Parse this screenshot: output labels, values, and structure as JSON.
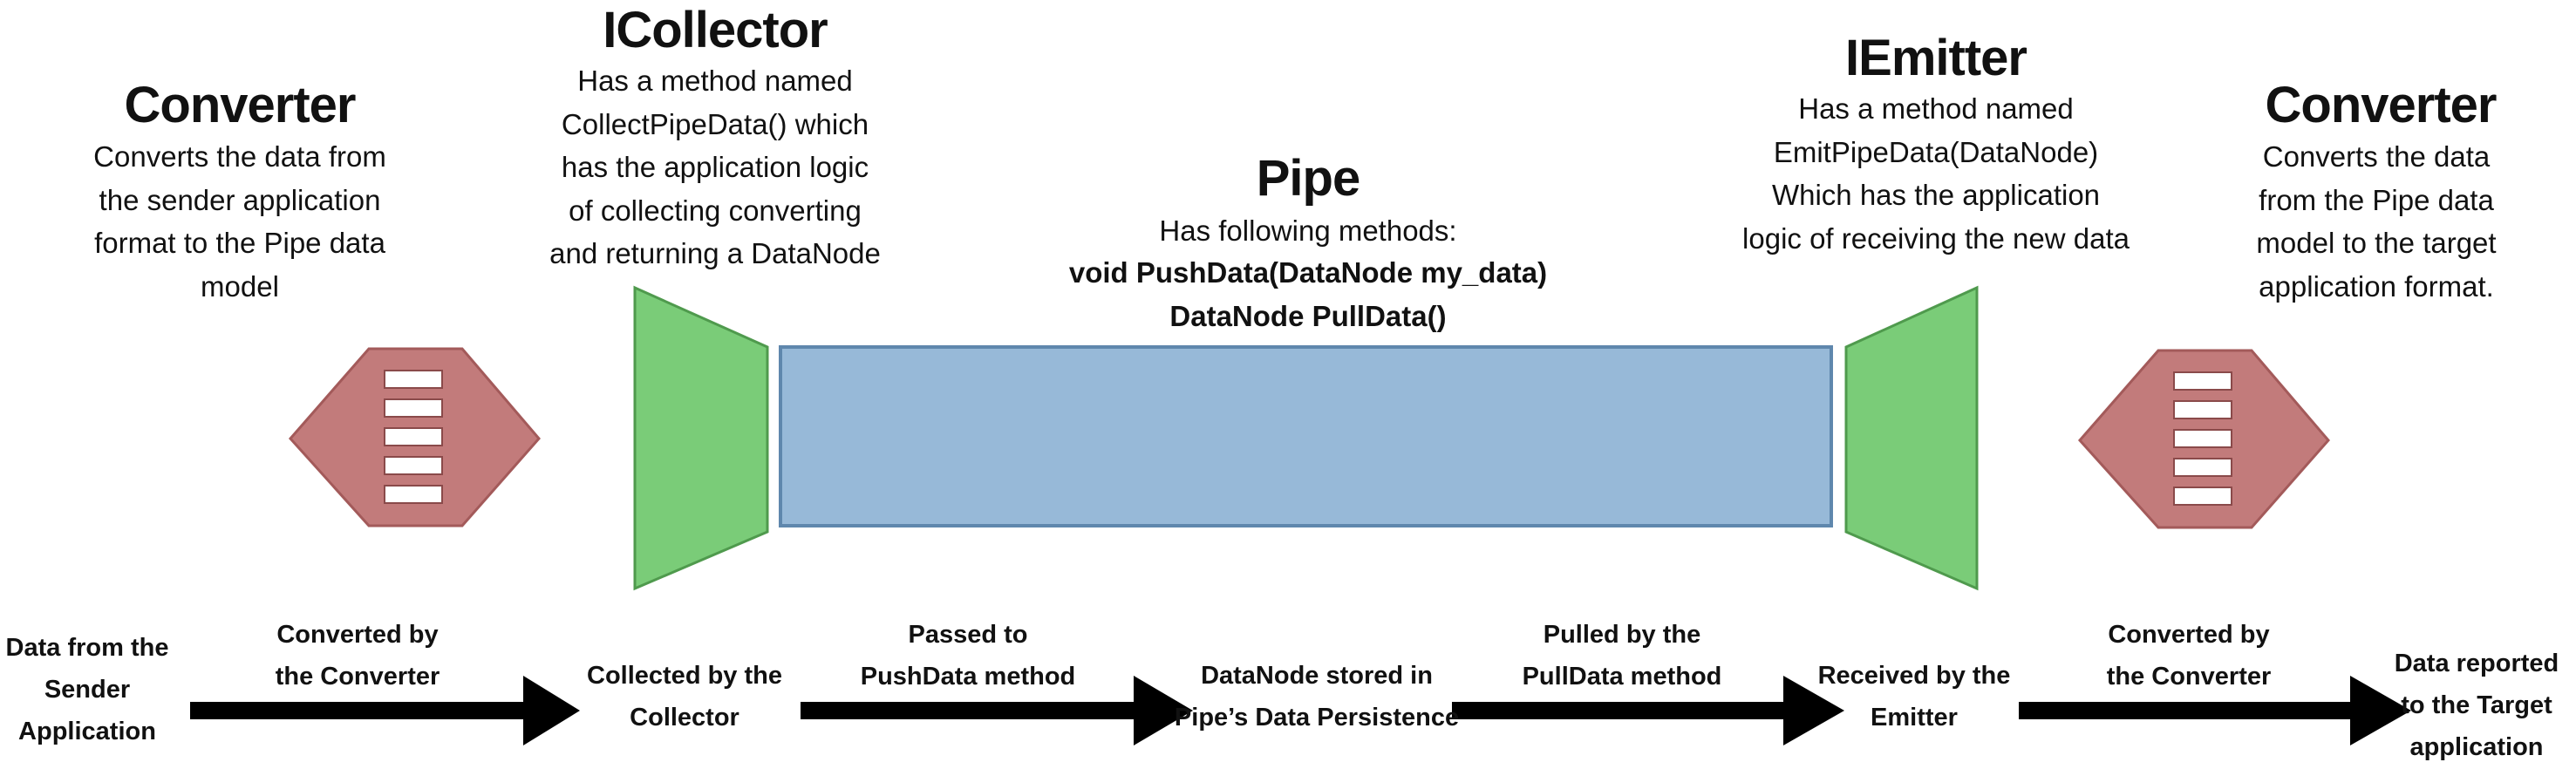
{
  "converter_left": {
    "title": "Converter",
    "lines": [
      "Converts the data from",
      "the sender application",
      "format to the Pipe data",
      "model"
    ]
  },
  "collector": {
    "title": "ICollector",
    "lines": [
      "Has a method named",
      "CollectPipeData() which",
      "has the application logic",
      "of collecting converting",
      "and returning a DataNode"
    ]
  },
  "pipe": {
    "title": "Pipe",
    "subtitle": "Has following methods:",
    "methods": [
      "void PushData(DataNode my_data)",
      "DataNode PullData()"
    ]
  },
  "emitter": {
    "title": "IEmitter",
    "lines": [
      "Has a method named",
      "EmitPipeData(DataNode)",
      "Which has the application",
      "logic of receiving the new data"
    ]
  },
  "converter_right": {
    "title": "Converter",
    "lines": [
      "Converts the data",
      "from the Pipe data",
      "model to the target",
      "application format."
    ]
  },
  "flow": {
    "stages": [
      [
        "Data from the",
        "Sender",
        "Application"
      ],
      [
        "Collected by the",
        "Collector"
      ],
      [
        "DataNode stored in",
        "Pipe’s Data Persistence"
      ],
      [
        "Received by the",
        "Emitter"
      ],
      [
        "Data reported",
        "to the Target",
        "application"
      ]
    ],
    "arrows": [
      [
        "Converted by",
        "the Converter"
      ],
      [
        "Passed to",
        "PushData method"
      ],
      [
        "Pulled by the",
        "PullData method"
      ],
      [
        "Converted by",
        "the Converter"
      ]
    ]
  },
  "colors": {
    "converter_fill": "#c27b7b",
    "converter_stroke": "#a35a5a",
    "collector_fill": "#7acc78",
    "collector_stroke": "#4f9a4d",
    "pipe_fill": "#97b9d8",
    "pipe_stroke": "#5f87ad",
    "arrow": "#000000"
  }
}
